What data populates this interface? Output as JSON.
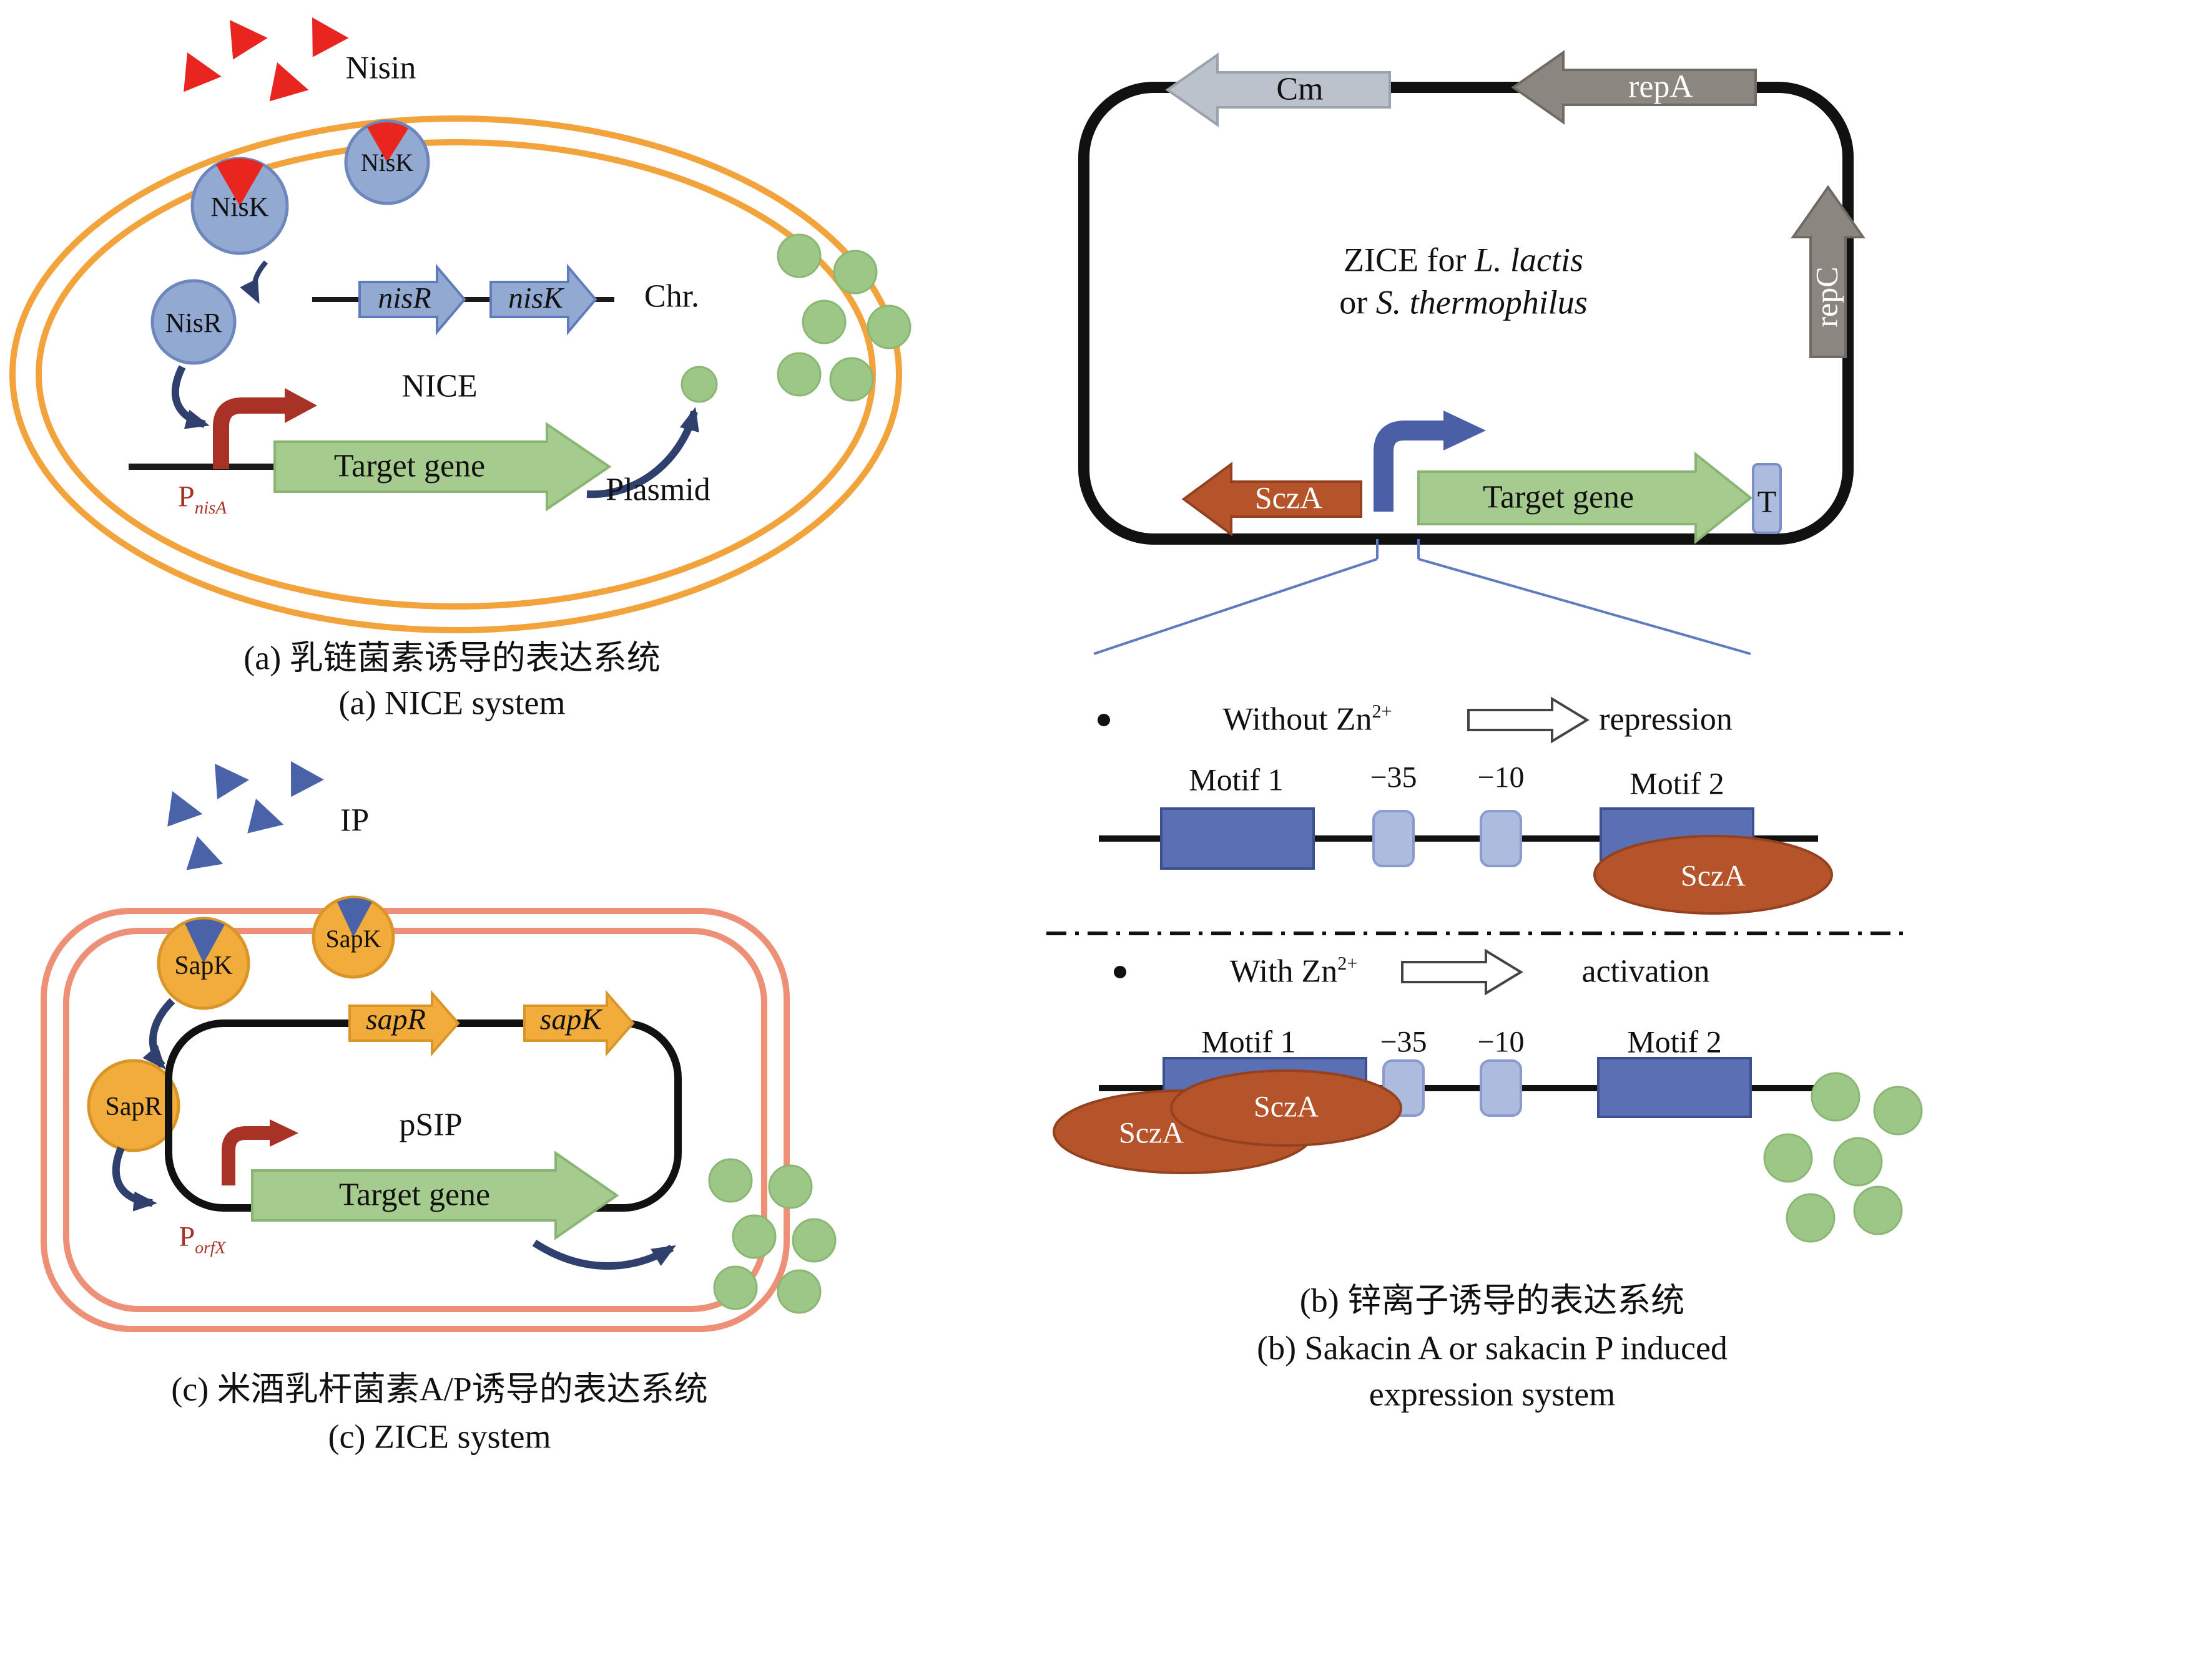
{
  "colors": {
    "membrane_orange": "#F2A33C",
    "membrane_salmon": "#EE9077",
    "protein_blue": "#92A9D2",
    "inducer_red": "#E8261F",
    "inducer_blue": "#4A63A8",
    "regulator_orange": "#F2AC3B",
    "gene_green": "#A5CC8E",
    "promoter_red": "#A93226",
    "scza_brown": "#B5532B",
    "motif_blue": "#5B6FB5",
    "box_lightblue": "#ADBBDF",
    "arrow_navy": "#2F3F6E",
    "product_green": "#9CC787",
    "gray_arrow_light": "#BCC2CC",
    "gray_arrow_dark": "#8B8680"
  },
  "panel_a": {
    "nisin_label": "Nisin",
    "nisk": "NisK",
    "nisr": "NisR",
    "gene_nisr": "nisR",
    "gene_nisk": "nisK",
    "chr_label": "Chr.",
    "system_label": "NICE",
    "target_gene": "Target gene",
    "plasmid_label": "Plasmid",
    "promoter_base": "P",
    "promoter_sub": "nisA",
    "caption_zh": "(a) 乳链菌素诱导的表达系统",
    "caption_en": "(a) NICE system"
  },
  "panel_b": {
    "cm": "Cm",
    "repa": "repA",
    "repc": "repC",
    "zice_prefix1": "ZICE for ",
    "zice_italic1": "L. lactis",
    "zice_prefix2": "or ",
    "zice_italic2": "S. thermophilus",
    "scza": "SczA",
    "target_gene": "Target gene",
    "terminator": "T",
    "without_zn": "Without Zn",
    "with_zn": "With Zn",
    "zn_sup": "2+",
    "repression": "repression",
    "activation": "activation",
    "motif1": "Motif 1",
    "motif2": "Motif 2",
    "minus35": "−35",
    "minus10": "−10",
    "caption_zh": "(b) 锌离子诱导的表达系统",
    "caption_en1": "(b) Sakacin A or sakacin P induced",
    "caption_en2": "expression system"
  },
  "panel_c": {
    "ip_label": "IP",
    "sapk": "SapK",
    "sapr": "SapR",
    "gene_sapr": "sapR",
    "gene_sapk": "sapK",
    "system_label": "pSIP",
    "target_gene": "Target gene",
    "promoter_base": "P",
    "promoter_sub": "orfX",
    "caption_zh": "(c) 米酒乳杆菌素A/P诱导的表达系统",
    "caption_en": "(c) ZICE system"
  }
}
